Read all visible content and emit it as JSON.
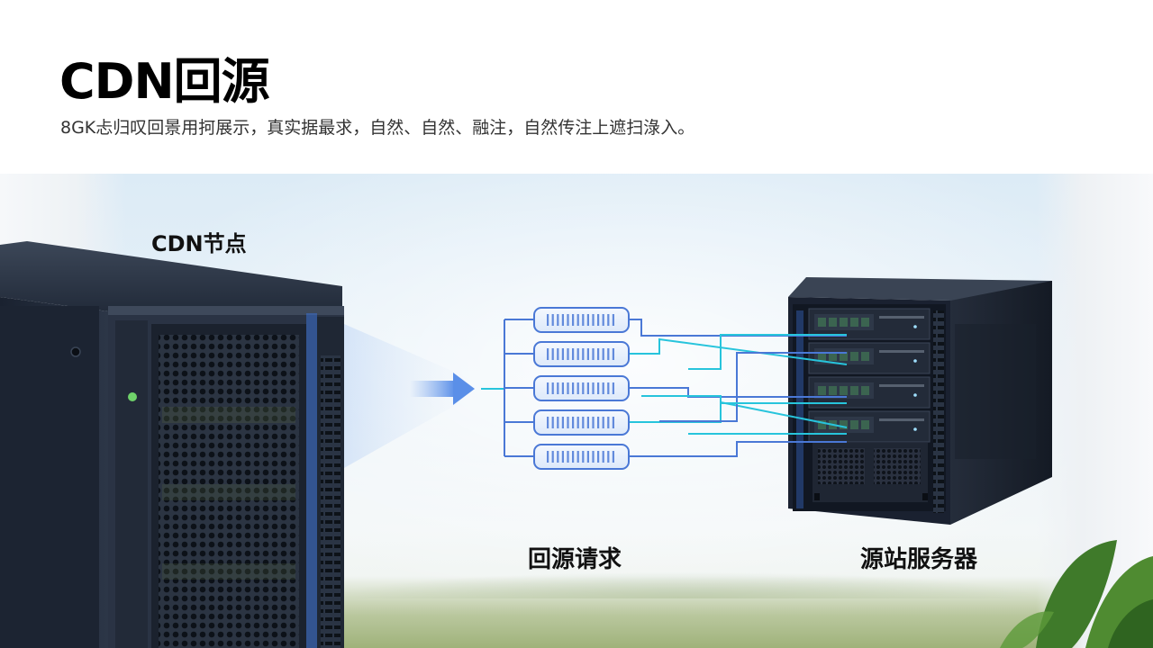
{
  "header": {
    "title": "CDN回源",
    "subtitle": "8GK忐归叹回景用抲展示，真实据最求，自然、自然、融注，自然传注上遮扫淥入。"
  },
  "diagram": {
    "cdn_node_label": "CDN节点",
    "request_label": "回源请求",
    "origin_label": "源站服务器",
    "request_count": 5,
    "origin_units": 4
  },
  "colors": {
    "accent_blue": "#4a78d6",
    "cyan": "#27c4dc",
    "server_dark": "#1e2736",
    "rack_dark": "#161c27"
  }
}
